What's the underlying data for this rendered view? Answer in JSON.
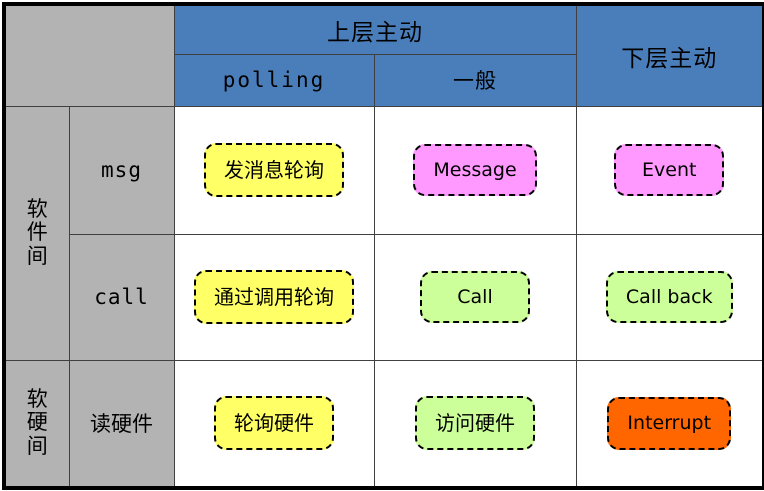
{
  "header": {
    "corner_label": "",
    "groups": [
      {
        "label": "上层主动",
        "colspan": 2
      },
      {
        "label": "下层主动",
        "colspan": 1,
        "rowspan": 2
      }
    ],
    "subcolumns": [
      {
        "label": "polling"
      },
      {
        "label": "一般"
      }
    ]
  },
  "row_groups": [
    {
      "label": "软件间",
      "rows": [
        {
          "label": "msg"
        },
        {
          "label": "call"
        }
      ]
    },
    {
      "label": "软硬间",
      "rows": [
        {
          "label": "读硬件"
        }
      ]
    }
  ],
  "cells": {
    "msg": {
      "polling": {
        "text": "发消息轮询",
        "color": "yellow"
      },
      "general": {
        "text": "Message",
        "color": "pink"
      },
      "lower": {
        "text": "Event",
        "color": "pink"
      }
    },
    "call": {
      "polling": {
        "text": "通过调用轮询",
        "color": "yellow"
      },
      "general": {
        "text": "Call",
        "color": "green"
      },
      "lower": {
        "text": "Call back",
        "color": "green"
      }
    },
    "hardware": {
      "polling": {
        "text": "轮询硬件",
        "color": "yellow"
      },
      "general": {
        "text": "访问硬件",
        "color": "green"
      },
      "lower": {
        "text": "Interrupt",
        "color": "orange"
      }
    }
  },
  "colors": {
    "header_blue": "#4a7ebb",
    "label_gray": "#b3b3b3",
    "chip_yellow": "#ffff66",
    "chip_pink": "#ff99ff",
    "chip_green": "#ccff99",
    "chip_orange": "#ff6600",
    "border_black": "#000000",
    "grid_line": "#404040"
  }
}
